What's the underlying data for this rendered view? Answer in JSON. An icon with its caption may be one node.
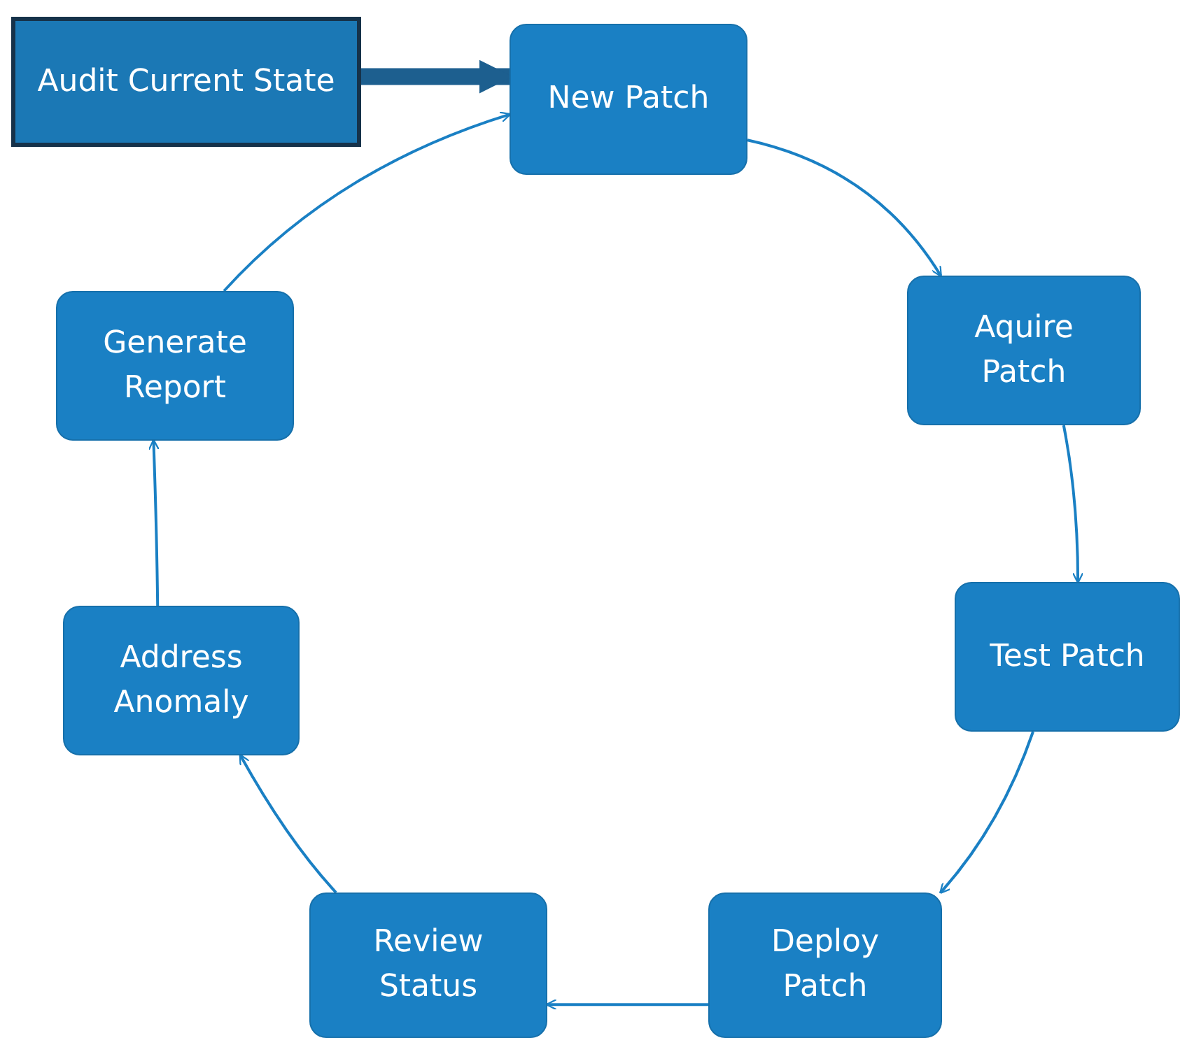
{
  "diagram": {
    "nodes": [
      {
        "text": [
          "Audit Current State"
        ]
      },
      {
        "text": [
          "New Patch"
        ]
      },
      {
        "text": [
          "Aquire Patch"
        ]
      },
      {
        "text": [
          "Test Patch"
        ]
      },
      {
        "text": [
          "Deploy Patch"
        ]
      },
      {
        "text": [
          "Review Status"
        ]
      },
      {
        "text": [
          "Address Anomaly"
        ]
      },
      {
        "text": [
          "Generate Report"
        ]
      }
    ],
    "edges": [
      {
        "from": 0,
        "to": 1,
        "arrow": "to",
        "style": "thick",
        "color": "#1d5f8f"
      },
      {
        "from": 1,
        "to": 2,
        "arrow": "to"
      },
      {
        "from": 2,
        "to": 3,
        "arrow": "to"
      },
      {
        "from": 3,
        "to": 4,
        "arrow": "to"
      },
      {
        "from": 4,
        "to": 5,
        "arrow": "to"
      },
      {
        "from": 5,
        "to": 6,
        "arrow": "to"
      },
      {
        "from": 6,
        "to": 7,
        "arrow": "to"
      },
      {
        "from": 7,
        "to": 1,
        "arrow": "to"
      }
    ]
  }
}
